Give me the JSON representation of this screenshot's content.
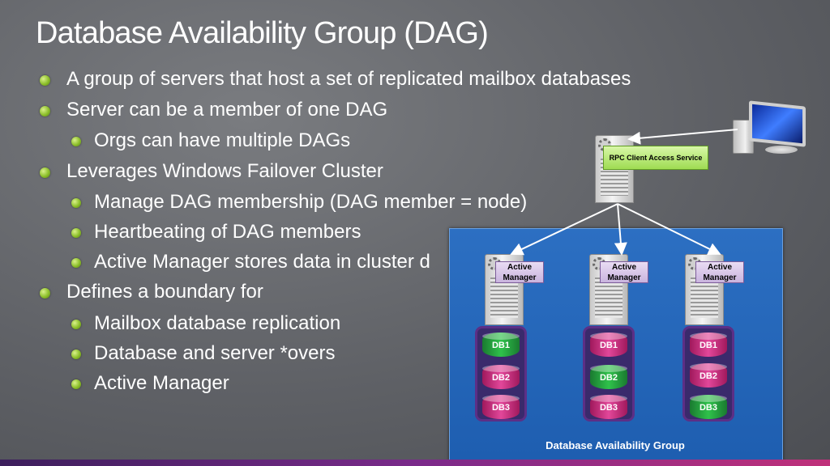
{
  "title": "Database Availability Group (DAG)",
  "bullets": {
    "b1": "A group of servers that host a set of replicated mailbox databases",
    "b2": "Server can be a member of one DAG",
    "b2_1": "Orgs can have multiple DAGs",
    "b3": "Leverages Windows Failover Cluster",
    "b3_1": "Manage DAG membership (DAG member = node)",
    "b3_2": "Heartbeating of DAG members",
    "b3_3": "Active Manager stores data in cluster d",
    "b4": "Defines a boundary for",
    "b4_1": "Mailbox database replication",
    "b4_2": "Database and server *overs",
    "b4_3": "Active Manager"
  },
  "diagram": {
    "rpc_label": "RPC Client Access Service",
    "dag_label": "Database Availability Group",
    "servers": [
      {
        "manager_label": "Active Manager",
        "dbs": [
          "DB1",
          "DB2",
          "DB3"
        ],
        "active_db": "DB1"
      },
      {
        "manager_label": "Active Manager",
        "dbs": [
          "DB1",
          "DB2",
          "DB3"
        ],
        "active_db": "DB2"
      },
      {
        "manager_label": "Active Manager",
        "dbs": [
          "DB1",
          "DB2",
          "DB3"
        ],
        "active_db": "DB3"
      }
    ]
  },
  "colors": {
    "bullet": "#8cbf2a",
    "dag_blue": "#2668b8",
    "db_active": "#2fc24b",
    "db_passive": "#e2479a",
    "rpc_green": "#9fdc52",
    "manager_purple": "#c9b4de"
  },
  "icons": [
    "server-icon",
    "monitor-icon",
    "database-icon",
    "gear-icon"
  ]
}
